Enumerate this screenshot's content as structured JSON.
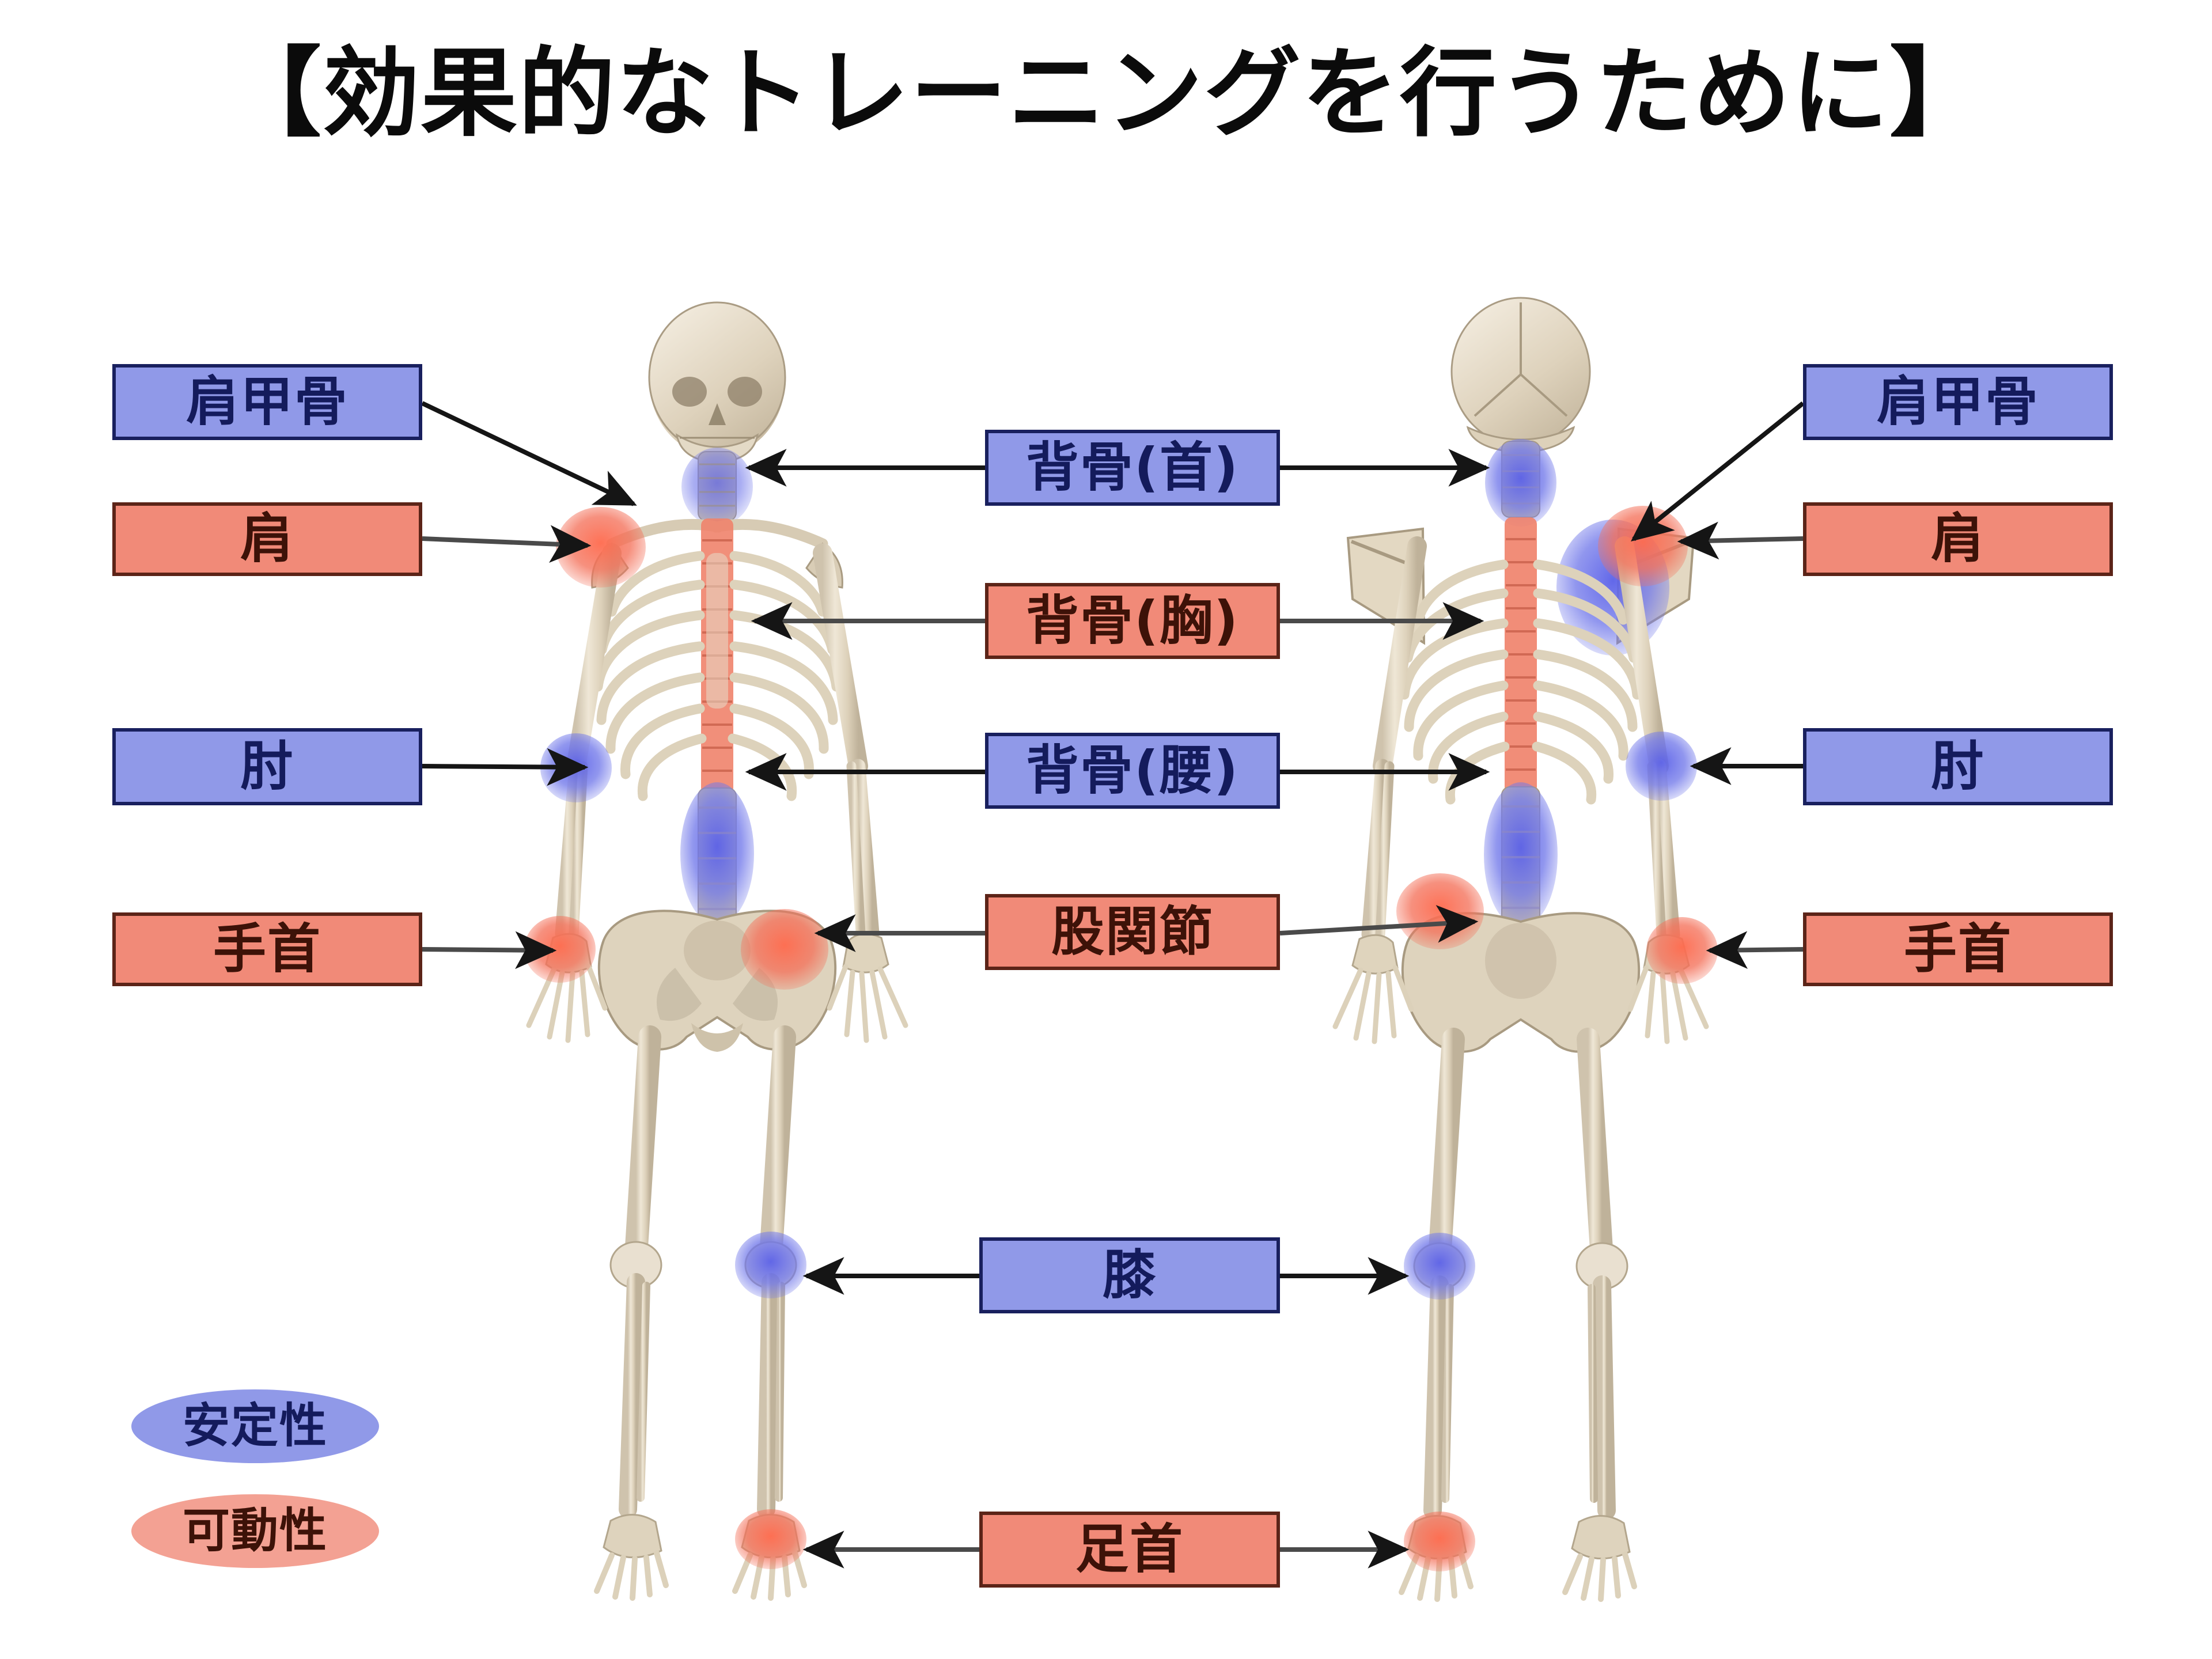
{
  "page": {
    "title": "【効果的なトレーニングを行うために】",
    "background_color": "#ffffff"
  },
  "colors": {
    "stability_fill": "#9099e8",
    "stability_border": "#19205e",
    "stability_text": "#141b5c",
    "mobility_fill": "#f18a78",
    "mobility_border": "#5c2418",
    "mobility_text": "#3d1208",
    "connector_line": "#1a1a1a",
    "bone": "#ddd3c0"
  },
  "legend": {
    "items": [
      {
        "label": "安定性",
        "type": "stability",
        "color": "#9099e8"
      },
      {
        "label": "可動性",
        "type": "mobility",
        "color": "#f3a193"
      }
    ]
  },
  "labels": {
    "left": [
      {
        "id": "scapula-left",
        "text": "肩甲骨",
        "type": "stability"
      },
      {
        "id": "shoulder-left",
        "text": "肩",
        "type": "mobility"
      },
      {
        "id": "elbow-left",
        "text": "肘",
        "type": "stability"
      },
      {
        "id": "wrist-left",
        "text": "手首",
        "type": "mobility"
      }
    ],
    "center": [
      {
        "id": "spine-neck",
        "text": "背骨(首)",
        "type": "stability"
      },
      {
        "id": "spine-chest",
        "text": "背骨(胸)",
        "type": "mobility"
      },
      {
        "id": "spine-lumbar",
        "text": "背骨(腰)",
        "type": "stability"
      },
      {
        "id": "hip-joint",
        "text": "股関節",
        "type": "mobility"
      },
      {
        "id": "knee",
        "text": "膝",
        "type": "stability"
      },
      {
        "id": "ankle",
        "text": "足首",
        "type": "mobility"
      }
    ],
    "right": [
      {
        "id": "scapula-right",
        "text": "肩甲骨",
        "type": "stability"
      },
      {
        "id": "shoulder-right",
        "text": "肩",
        "type": "mobility"
      },
      {
        "id": "elbow-right",
        "text": "肘",
        "type": "stability"
      },
      {
        "id": "wrist-right",
        "text": "手首",
        "type": "mobility"
      }
    ]
  },
  "figures": [
    {
      "id": "skeleton-front",
      "view": "anterior"
    },
    {
      "id": "skeleton-back",
      "view": "posterior"
    }
  ],
  "joint_markers": {
    "front": [
      {
        "name": "shoulder",
        "type": "mobility"
      },
      {
        "name": "elbow",
        "type": "stability"
      },
      {
        "name": "wrist",
        "type": "mobility"
      },
      {
        "name": "hip",
        "type": "mobility"
      },
      {
        "name": "knee",
        "type": "stability"
      },
      {
        "name": "ankle",
        "type": "mobility"
      },
      {
        "name": "cervical-spine",
        "type": "stability"
      },
      {
        "name": "thoracic-spine",
        "type": "mobility"
      },
      {
        "name": "lumbar-spine",
        "type": "stability"
      }
    ],
    "back": [
      {
        "name": "scapula",
        "type": "stability"
      },
      {
        "name": "shoulder",
        "type": "mobility"
      },
      {
        "name": "elbow",
        "type": "stability"
      },
      {
        "name": "wrist",
        "type": "mobility"
      },
      {
        "name": "hip",
        "type": "mobility"
      },
      {
        "name": "knee",
        "type": "stability"
      },
      {
        "name": "ankle",
        "type": "mobility"
      },
      {
        "name": "cervical-spine",
        "type": "stability"
      },
      {
        "name": "thoracic-spine",
        "type": "mobility"
      },
      {
        "name": "lumbar-spine",
        "type": "stability"
      }
    ]
  }
}
